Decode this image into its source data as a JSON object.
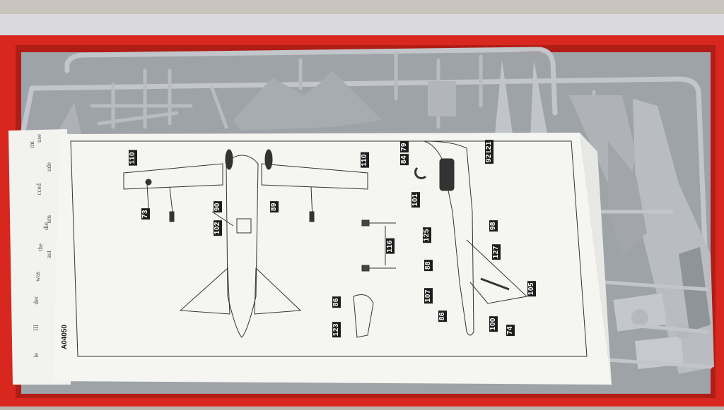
{
  "scene": {
    "description_colors": {
      "table": "#b9b3ac",
      "box_red": "#d8271f",
      "plastic_grey": "#a9adb2",
      "paper": "#f4f4f1"
    }
  },
  "instruction_sheet": {
    "sheet_code": "A04050",
    "part_numbers_left_view": [
      "110",
      "110",
      "73",
      "90",
      "89",
      "102"
    ],
    "part_numbers_center": [
      "116",
      "86",
      "123"
    ],
    "part_numbers_right_view": [
      "79",
      "84",
      "121",
      "92",
      "101",
      "125",
      "98",
      "127",
      "88",
      "105",
      "107",
      "86",
      "100",
      "74"
    ]
  },
  "background_paper_fragments": [
    "use",
    "mt",
    "cced",
    "die",
    "um",
    "aut",
    "the",
    "was",
    "ude",
    "der",
    "III",
    "le"
  ]
}
